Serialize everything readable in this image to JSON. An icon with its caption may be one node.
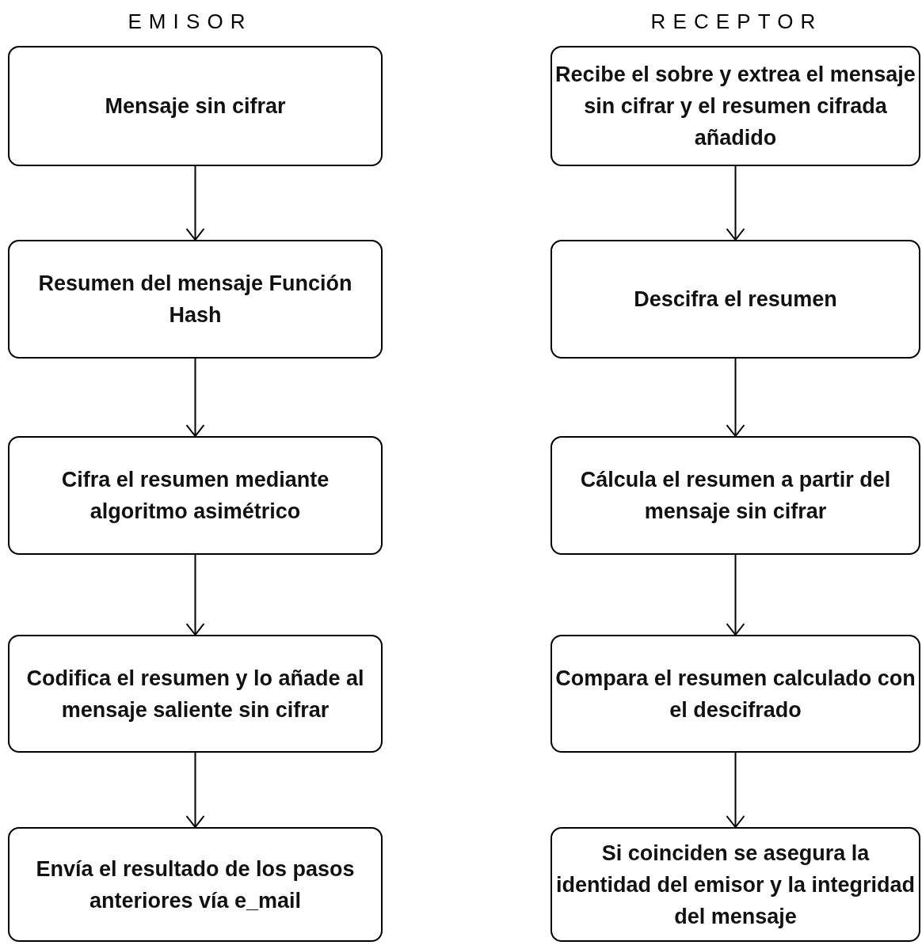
{
  "diagram": {
    "nodes": [
      {
        "text": [
          "Mensaje sin cifrar"
        ]
      },
      {
        "text": [
          "Resumen del mensaje Función Hash"
        ]
      },
      {
        "text": [
          "Cifra  el resumen mediante algoritmo asimétrico"
        ]
      },
      {
        "text": [
          "Codifica el resumen y lo añade al mensaje saliente sin cifrar"
        ]
      },
      {
        "text": [
          "Envía el resultado de los pasos anteriores vía e_mail"
        ]
      },
      {
        "text": [
          "Recibe el sobre y extrea el mensaje sin cifrar y el resumen cifrada añadido"
        ]
      },
      {
        "text": [
          "Descifra el resumen"
        ]
      },
      {
        "text": [
          "Cálcula el resumen a partir del mensaje sin cifrar"
        ]
      },
      {
        "text": [
          "Compara el resumen calculado con el descifrado"
        ]
      },
      {
        "text": [
          "Si coinciden se asegura la identidad del emisor y la integridad del mensaje"
        ]
      }
    ],
    "edges": [
      {
        "from": 0,
        "to": 1,
        "arrow": "to"
      },
      {
        "from": 1,
        "to": 2,
        "arrow": "to"
      },
      {
        "from": 2,
        "to": 3,
        "arrow": "to"
      },
      {
        "from": 3,
        "to": 4,
        "arrow": "to"
      },
      {
        "from": 5,
        "to": 6,
        "arrow": "to"
      },
      {
        "from": 6,
        "to": 7,
        "arrow": "to"
      },
      {
        "from": 7,
        "to": 8,
        "arrow": "to"
      },
      {
        "from": 8,
        "to": 9,
        "arrow": "to"
      }
    ],
    "labels": [
      "EMISOR",
      "RECEPTOR"
    ]
  }
}
